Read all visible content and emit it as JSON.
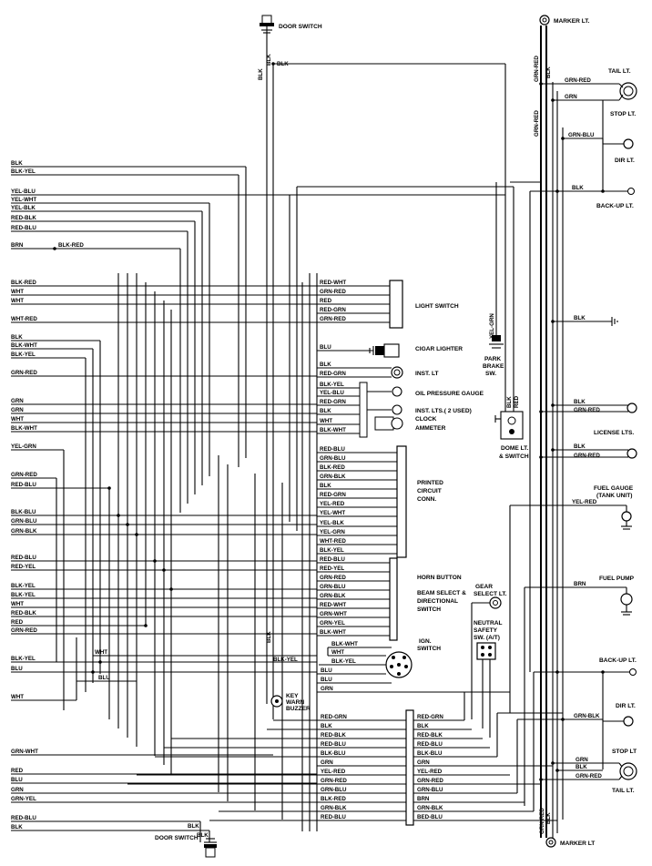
{
  "left_labels": [
    "BLK",
    "BLK-YEL",
    "YEL-BLU",
    "YEL-WHT",
    "YEL-BLK",
    "RED-BLK",
    "RED-BLU",
    "BRN",
    "BLK-RED",
    "BLK-RED",
    "WHT",
    "WHT",
    "WHT-RED",
    "BLK",
    "BLK-WHT",
    "BLK-YEL",
    "GRN-RED",
    "GRN",
    "GRN",
    "WHT",
    "BLK-WHT",
    "YEL-GRN",
    "GRN-RED",
    "RED-BLU",
    "BLK-BLU",
    "GRN-BLU",
    "GRN-BLK",
    "RED-BLU",
    "RED-YEL",
    "BLK-YEL",
    "BLK-YEL",
    "WHT",
    "RED-BLK",
    "RED",
    "GRN-RED",
    "BLK-YEL",
    "BLU",
    "WHT",
    "GRN-WHT",
    "RED",
    "BLU",
    "GRN",
    "GRN-YEL",
    "RED-BLU",
    "BLK"
  ],
  "mid_labels_top": [
    "RED-WHT",
    "GRN-RED",
    "RED",
    "RED-GRN",
    "GRN-RED",
    "BLU",
    "BLK",
    "RED-GRN",
    "BLK-YEL",
    "YEL-BLU",
    "RED-GRN",
    "BLK",
    "WHT",
    "BLK-WHT"
  ],
  "mid_labels_conn": [
    "RED-BLU",
    "GRN-BLU",
    "BLK-RED",
    "GRN-BLK",
    "BLK",
    "RED-GRN",
    "YEL-RED",
    "YEL-WHT",
    "YEL-BLK",
    "YEL-GRN",
    "WHT-RED",
    "BLK-YEL",
    "RED-BLU",
    "RED-YEL",
    "GRN-RED",
    "GRN-BLU",
    "GRN-BLK",
    "RED-WHT",
    "GRN-WHT",
    "GRN-YEL",
    "BLK-WHT"
  ],
  "ign_labels": [
    "BLK-WHT",
    "WHT",
    "BLK-YEL",
    "BLU",
    "BLU",
    "GRN"
  ],
  "bottom_left_labels": [
    "RED-GRN",
    "BLK",
    "RED-BLK",
    "RED-BLU",
    "BLK-BLU",
    "GRN",
    "YEL-RED",
    "GRN-RED",
    "GRN-BLU",
    "BLK-RED",
    "GRN-BLK",
    "RED-BLU"
  ],
  "bottom_right_labels": [
    "RED-GRN",
    "BLK",
    "RED-BLK",
    "RED-BLU",
    "BLK-BLU",
    "GRN",
    "YEL-RED",
    "GRN-RED",
    "GRN-BLU",
    "BRN",
    "GRN-BLK",
    "BED-BLU"
  ],
  "right_labels": {
    "grn_red_top": "GRN-RED",
    "grn": "GRN",
    "grn_blu": "GRN-BLU",
    "blk_backup": "BLK",
    "blk_ground": "BLK",
    "blk_lic": "BLK",
    "grn_red_lic": "GRN-RED",
    "blk_lic2": "BLK",
    "grn_red_lic2": "GRN-RED",
    "yel_red": "YEL-RED",
    "brn": "BRN",
    "grn_blk": "GRN-BLK",
    "grn_stop": "GRN",
    "blk_stop": "BLK",
    "grn_red_stop": "GRN-RED",
    "vert_grn_red_top": "GRN-RED",
    "vert_blk_top": "BLK",
    "vert_grn_red2": "GRN-RED",
    "vert_grn_red_bot": "GRN-RED",
    "vert_blk_bot": "BLK",
    "yel_grn_vert": "YEL-GRN",
    "blk_vert_dome": "BLK",
    "red_vert_dome": "RED"
  },
  "misc_labels": {
    "blk_top": "BLK",
    "blk_top2": "BLK",
    "blk_top3": "BLK",
    "blk_mid": "BLK",
    "wht_mid": "WHT",
    "blu_mid": "BLU",
    "blk_yel_mid": "BLK-YEL",
    "blk_bottom": "BLK",
    "blk_bottom2": "BLK"
  },
  "components": {
    "door_switch_top": "DOOR SWITCH",
    "door_switch_bottom": "DOOR SWITCH",
    "marker_top": "MARKER LT.",
    "marker_bottom": "MARKER LT",
    "tail_lt_top": "TAIL LT.",
    "stop_lt_top": "STOP LT.",
    "dir_lt_top": "DIR LT.",
    "backup_lt_top": "BACK-UP LT.",
    "light_switch": "LIGHT SWITCH",
    "cigar_lighter": "CIGAR LIGHTER",
    "inst_lt": "INST. LT",
    "oil_gauge": "OIL PRESSURE GAUGE",
    "inst_lts_1": "INST. LTS.( 2 USED)",
    "clock": "CLOCK",
    "ammeter": "AMMETER",
    "park_brake_1": "PARK",
    "park_brake_2": "BRAKE",
    "park_brake_3": "SW.",
    "dome_1": "DOME LT.",
    "dome_2": "& SWITCH",
    "license_lts": "LICENSE LTS.",
    "fuel_gauge_1": "FUEL GAUGE",
    "fuel_gauge_2": "(TANK UNIT)",
    "pcb_1": "PRINTED",
    "pcb_2": "CIRCUIT",
    "pcb_3": "CONN.",
    "horn_button": "HORN BUTTON",
    "beam_1": "BEAM SELECT &",
    "beam_2": "DIRECTIONAL",
    "beam_3": "SWITCH",
    "gear_1": "GEAR",
    "gear_2": "SELECT LT.",
    "neutral_1": "NEUTRAL",
    "neutral_2": "SAFETY",
    "neutral_3": "SW. (A/T)",
    "fuel_pump": "FUEL PUMP",
    "ign_1": "IGN.",
    "ign_2": "SWITCH",
    "key_1": "KEY",
    "key_2": "WARN",
    "key_3": "BUZZER",
    "backup_lt_bottom": "BACK-UP LT.",
    "dir_lt_bottom": "DIR LT.",
    "stop_lt_bottom": "STOP LT",
    "tail_lt_bottom": "TAIL LT."
  }
}
